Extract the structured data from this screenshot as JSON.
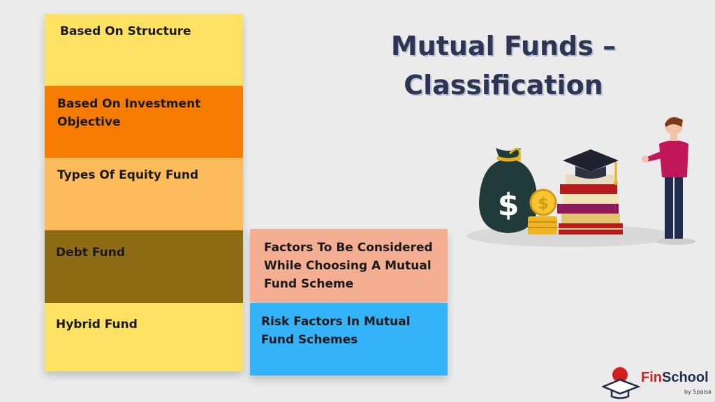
{
  "title": {
    "line1": "Mutual Funds –",
    "line2": "Classification"
  },
  "cards": {
    "structure": {
      "line1": "Based On Structure"
    },
    "investment_objective": {
      "line1": "Based On Investment",
      "line2": "Objective"
    },
    "equity": {
      "line1": "Types Of Equity Fund"
    },
    "debt": {
      "line1": "Debt Fund"
    },
    "hybrid": {
      "line1": "Hybrid Fund"
    },
    "factors": {
      "line1": "Factors To Be Considered",
      "line2": "While Choosing A Mutual",
      "line3": "Fund Scheme"
    },
    "risk": {
      "line1": "Risk Factors In Mutual",
      "line2": "Fund Schemes"
    }
  },
  "colors": {
    "yellow": "#fde163",
    "orange": "#f57c00",
    "light_orange": "#fdbb5c",
    "brown": "#8e6c16",
    "salmon": "#f4ae91",
    "blue": "#35b3f8",
    "title": "#2c3654"
  },
  "illustration": {
    "icons": [
      "money-bag-icon",
      "coin-stack-icon",
      "book-stack-icon",
      "graduation-cap-icon",
      "presenter-person-icon"
    ]
  },
  "logo": {
    "fin": "Fin",
    "school": "School",
    "by": "by 5paisa"
  }
}
